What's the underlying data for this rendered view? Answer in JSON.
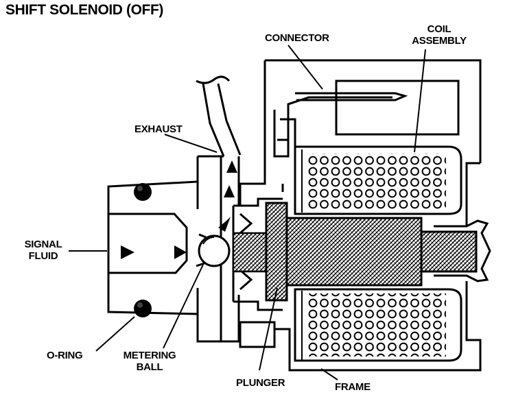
{
  "title": "SHIFT SOLENOID (OFF)",
  "labels": {
    "connector": "CONNECTOR",
    "coil_line1": "COIL",
    "coil_line2": "ASSEMBLY",
    "exhaust": "EXHAUST",
    "signal_line1": "SIGNAL",
    "signal_line2": "FLUID",
    "o_ring": "O-RING",
    "metering_line1": "METERING",
    "metering_line2": "BALL",
    "plunger": "PLUNGER",
    "frame": "FRAME"
  },
  "colors": {
    "ink": "#000000",
    "paper": "#ffffff"
  }
}
